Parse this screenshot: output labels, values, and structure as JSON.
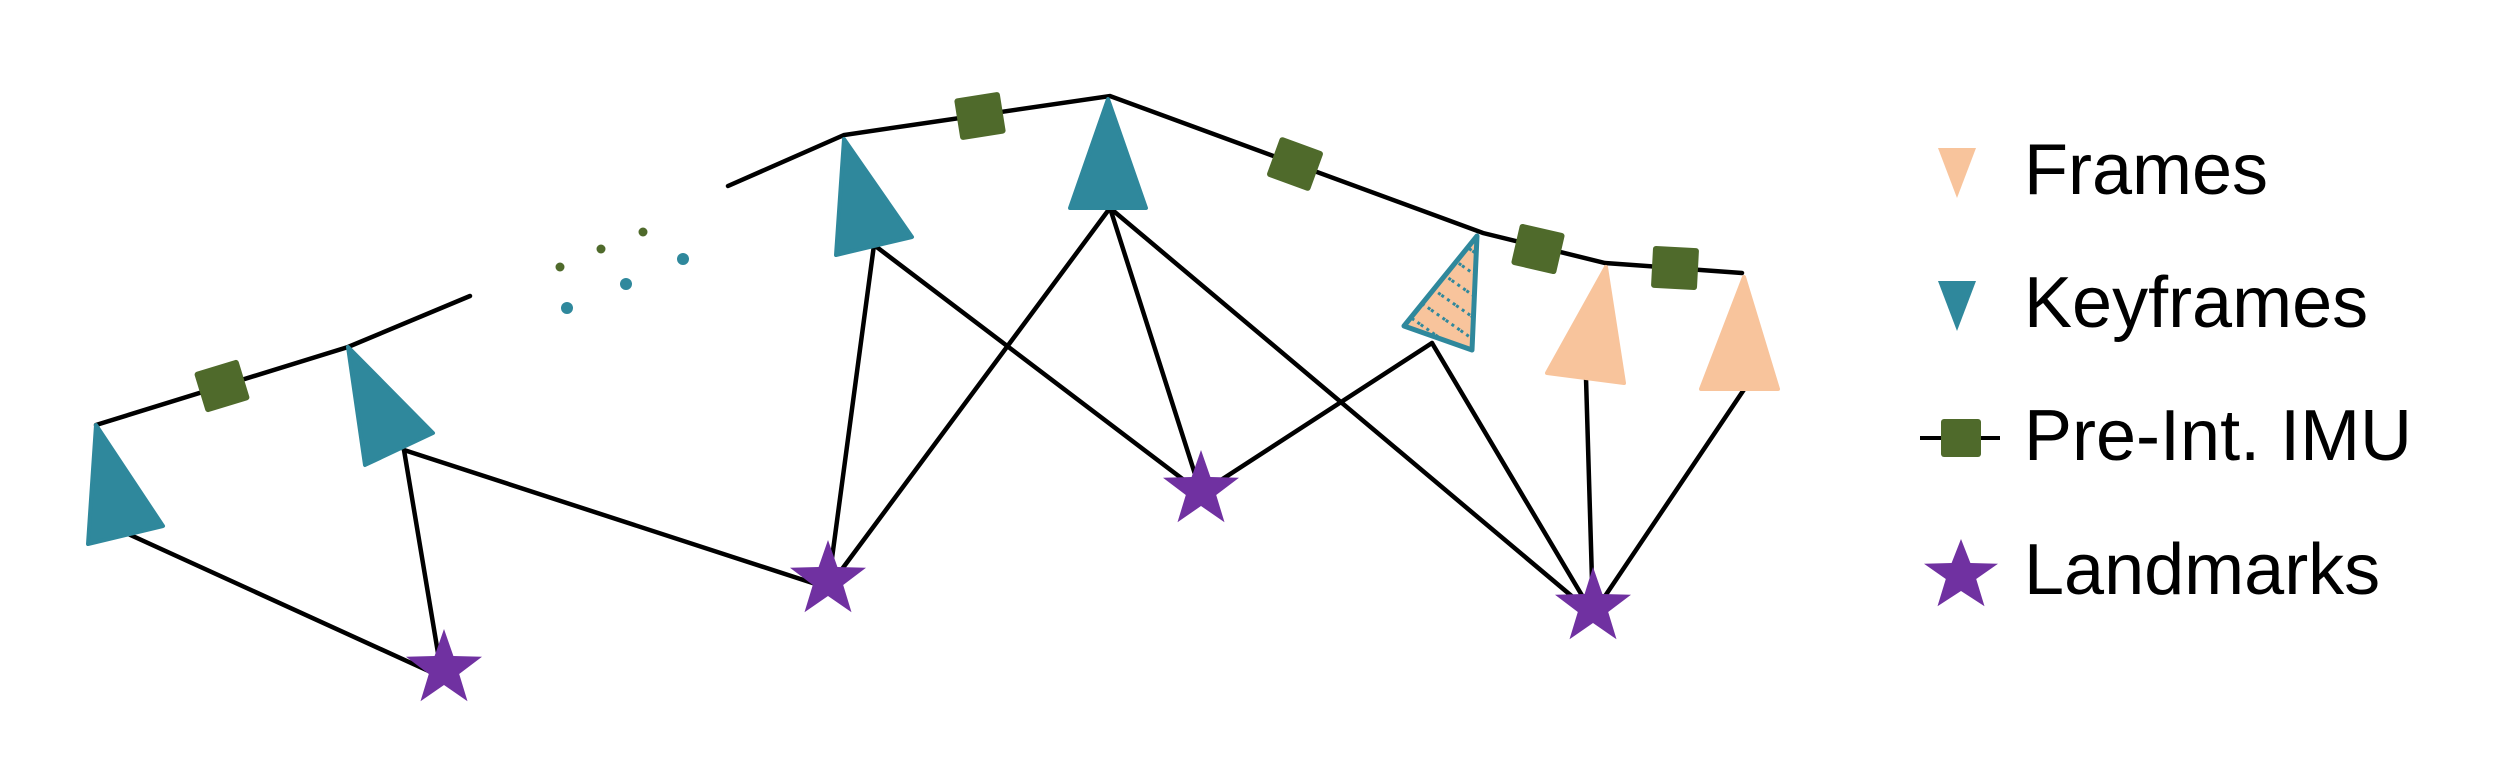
{
  "legend": {
    "items": [
      {
        "icon": "frame-triangle-icon",
        "label": "Frames",
        "color": "#f8c49c"
      },
      {
        "icon": "keyframe-triangle-icon",
        "label": "Keyframes",
        "color": "#2f889c"
      },
      {
        "icon": "preintegrated-imu-square-icon",
        "label": "Pre-Int. IMU",
        "color": "#4f6a2b"
      },
      {
        "icon": "landmark-star-icon",
        "label": "Landmarks",
        "color": "#7031a1"
      }
    ]
  },
  "colors": {
    "frame": "#f8c49c",
    "keyframe": "#2f889c",
    "imu": "#4f6a2b",
    "landmark": "#7031a1",
    "edge": "#000000"
  }
}
